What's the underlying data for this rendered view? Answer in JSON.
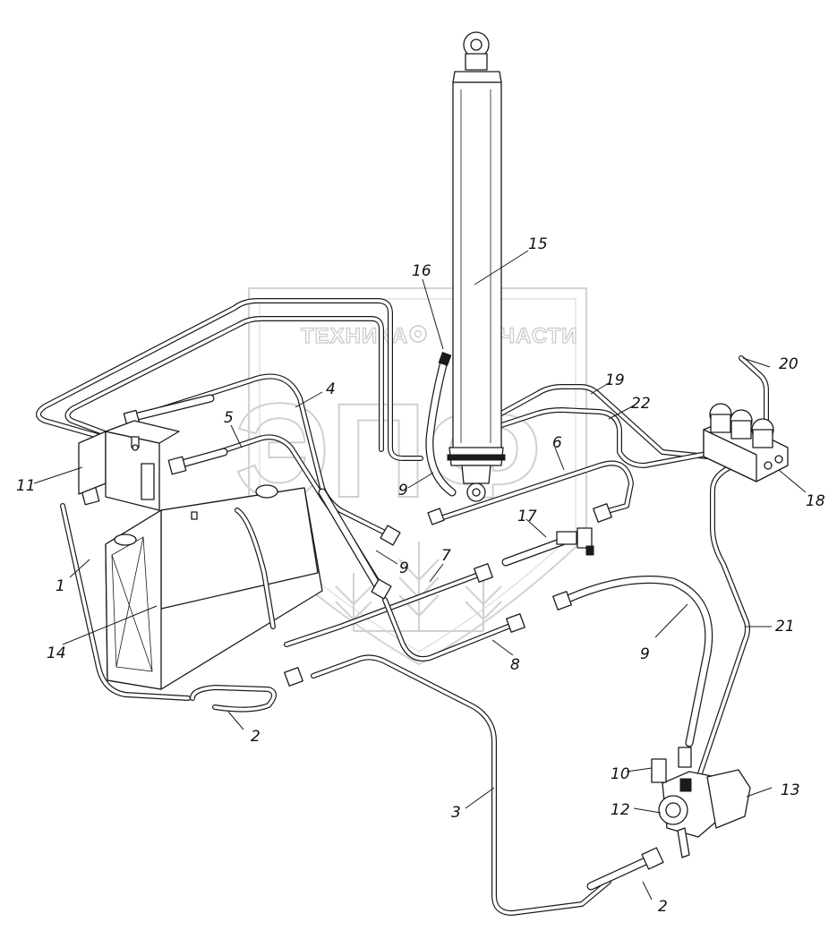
{
  "watermark": {
    "left_text": "ТЕХНИКА",
    "right_text": "ЗАПЧАСТИ",
    "monogram": "ЭПФ"
  },
  "callouts": [
    {
      "id": "c1",
      "text": "1"
    },
    {
      "id": "c2a",
      "text": "2"
    },
    {
      "id": "c2b",
      "text": "2"
    },
    {
      "id": "c3",
      "text": "3"
    },
    {
      "id": "c4",
      "text": "4"
    },
    {
      "id": "c5",
      "text": "5"
    },
    {
      "id": "c6",
      "text": "6"
    },
    {
      "id": "c7",
      "text": "7"
    },
    {
      "id": "c8",
      "text": "8"
    },
    {
      "id": "c9a",
      "text": "9"
    },
    {
      "id": "c9b",
      "text": "9"
    },
    {
      "id": "c9c",
      "text": "9"
    },
    {
      "id": "c10",
      "text": "10"
    },
    {
      "id": "c11",
      "text": "11"
    },
    {
      "id": "c12",
      "text": "12"
    },
    {
      "id": "c13",
      "text": "13"
    },
    {
      "id": "c14",
      "text": "14"
    },
    {
      "id": "c15",
      "text": "15"
    },
    {
      "id": "c16",
      "text": "16"
    },
    {
      "id": "c17",
      "text": "17"
    },
    {
      "id": "c18",
      "text": "18"
    },
    {
      "id": "c19",
      "text": "19"
    },
    {
      "id": "c20",
      "text": "20"
    },
    {
      "id": "c21",
      "text": "21"
    },
    {
      "id": "c22",
      "text": "22"
    }
  ],
  "colors": {
    "line": "#1a1a1a",
    "watermark": "#c9c9c9",
    "background": "#ffffff"
  }
}
